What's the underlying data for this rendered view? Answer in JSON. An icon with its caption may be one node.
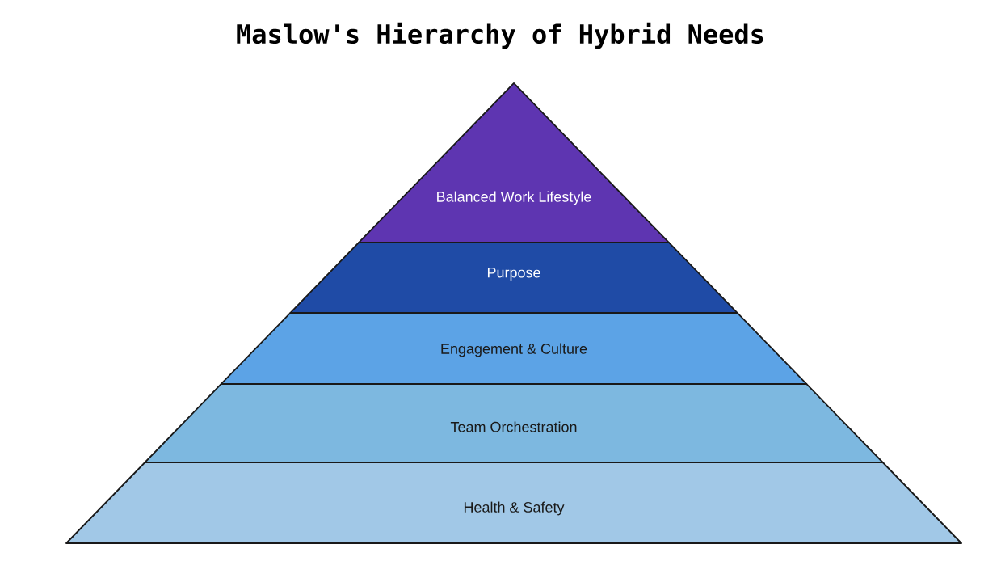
{
  "diagram": {
    "title": "Maslow's Hierarchy of Hybrid Needs",
    "nodes": [
      {
        "text": [
          "Balanced Work Lifestyle"
        ]
      },
      {
        "text": [
          "Purpose"
        ]
      },
      {
        "text": [
          "Engagement & Culture"
        ]
      },
      {
        "text": [
          "Team Orchestration"
        ]
      },
      {
        "text": [
          "Health & Safety"
        ]
      }
    ]
  }
}
